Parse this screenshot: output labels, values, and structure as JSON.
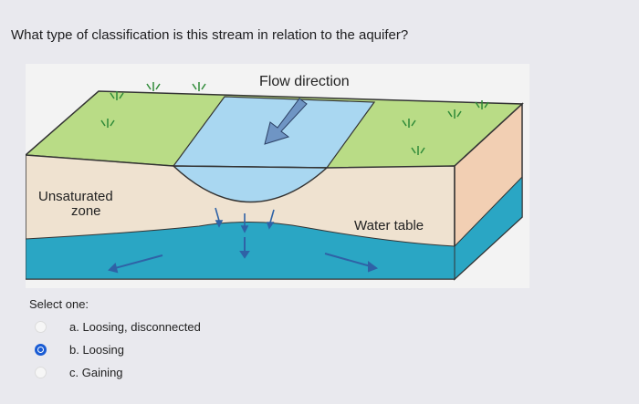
{
  "question": {
    "text": "What type of classification is this stream in relation to the aquifer?"
  },
  "figure": {
    "labels": {
      "flow_direction": "Flow direction",
      "unsaturated_zone": [
        "Unsaturated",
        "zone"
      ],
      "water_table": "Water table"
    },
    "colors": {
      "grass": "#b9dc86",
      "soil": "#efe2d0",
      "water": "#2aa6c4",
      "stream": "#a9d7f1",
      "arrow": "#2f62a6"
    }
  },
  "answer": {
    "prompt": "Select one:",
    "options": [
      {
        "label": "a. Loosing, disconnected",
        "selected": false
      },
      {
        "label": "b. Loosing",
        "selected": true
      },
      {
        "label": "c. Gaining",
        "selected": false
      }
    ]
  }
}
